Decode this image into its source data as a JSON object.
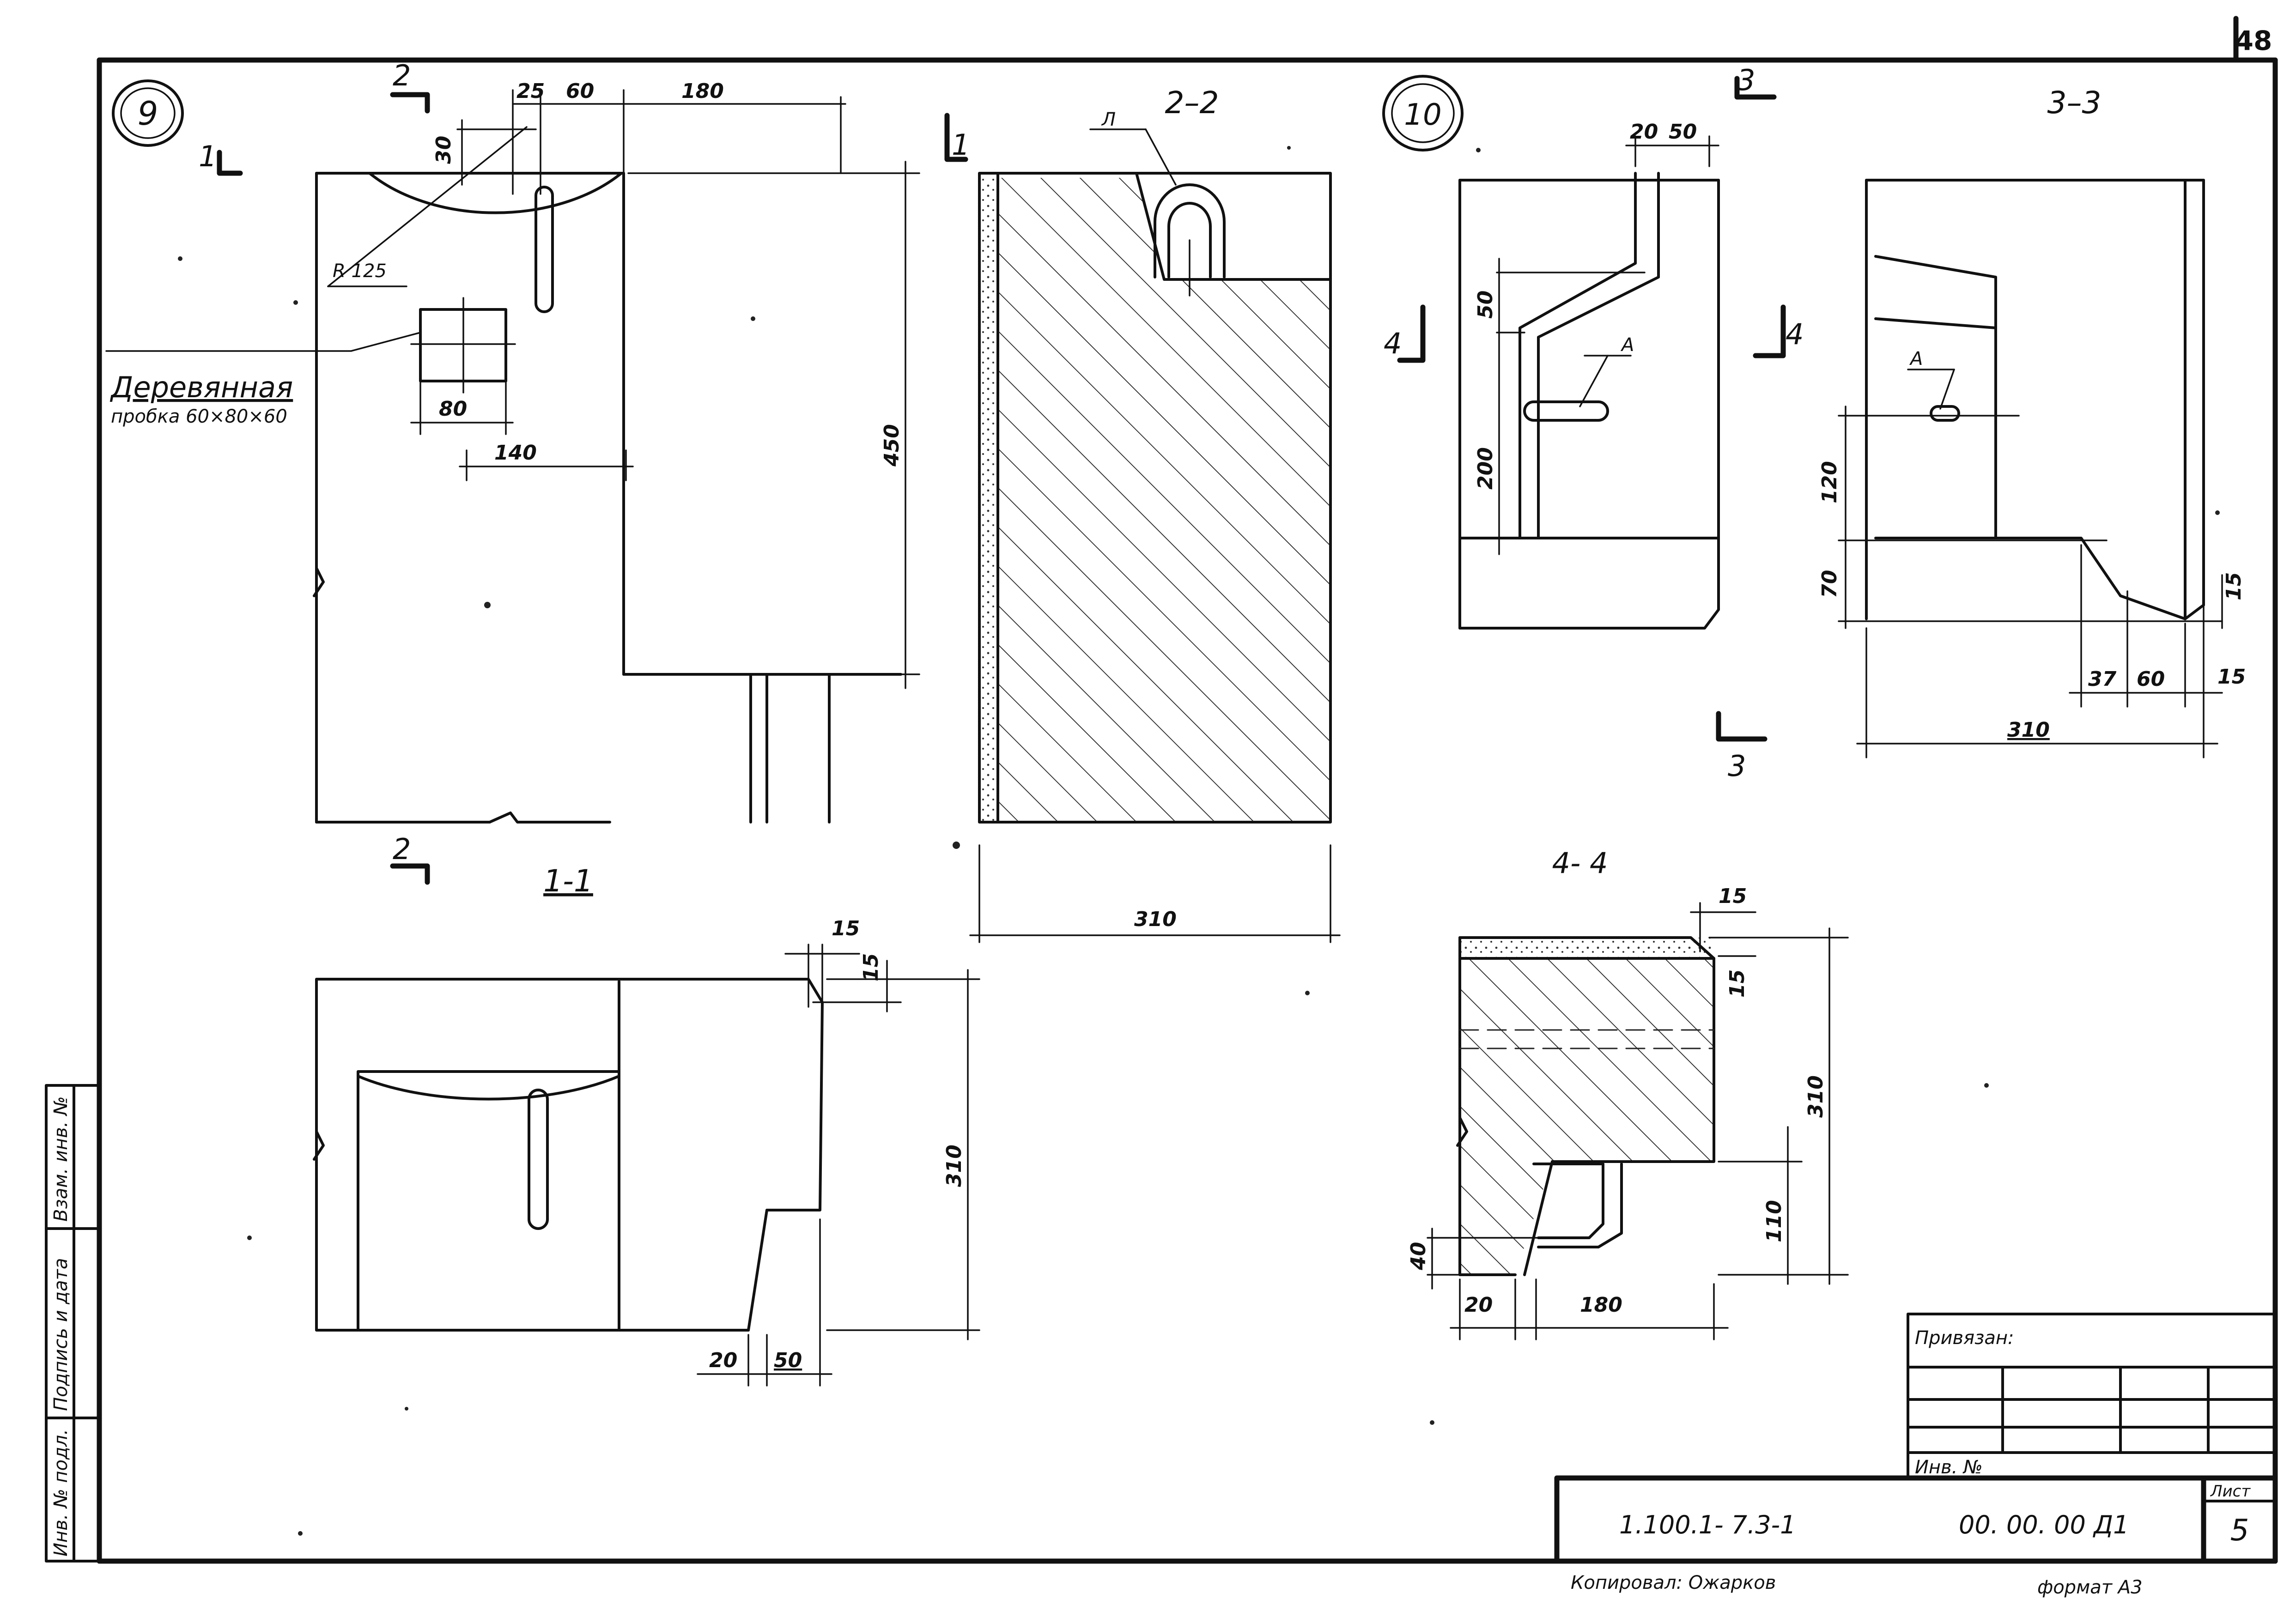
{
  "sheet": {
    "page_number": "48",
    "detail_9": "9",
    "detail_10": "10",
    "cut_2_2": "2–2",
    "cut_3_3": "3–3",
    "cut_4_4": "4- 4",
    "cut_1_1": "1-1",
    "mark_1": "1",
    "mark_2": "2",
    "mark_3": "3",
    "mark_4": "4",
    "mark_A": "A",
    "mark_L": "Л",
    "wood_plug_line1": "Деревянная",
    "wood_plug_line2": "пробка 60×80×60",
    "radius": "R 125"
  },
  "dims": {
    "d25": "25",
    "d60": "60",
    "d180": "180",
    "d30": "30",
    "d80": "80",
    "d140": "140",
    "d450": "450",
    "d310": "310",
    "d15": "15",
    "d20": "20",
    "d50": "50",
    "d120": "120",
    "d70": "70",
    "d37": "37",
    "d200": "200",
    "d110": "110",
    "d40": "40"
  },
  "stamp": {
    "privyazan": "Привязан:",
    "inv_no": "Инв. №",
    "list_label": "Лист",
    "list_number": "5",
    "doc_code": "1.100.1- 7.3-1",
    "sheet_code": "00. 00. 00 Д1",
    "copied": "Копировал: Ожарков",
    "format": "формат А3"
  },
  "side_stamp": {
    "f1": "Взам. инв. №",
    "f2": "Подпись и дата",
    "f3": "Инв. № подл."
  }
}
